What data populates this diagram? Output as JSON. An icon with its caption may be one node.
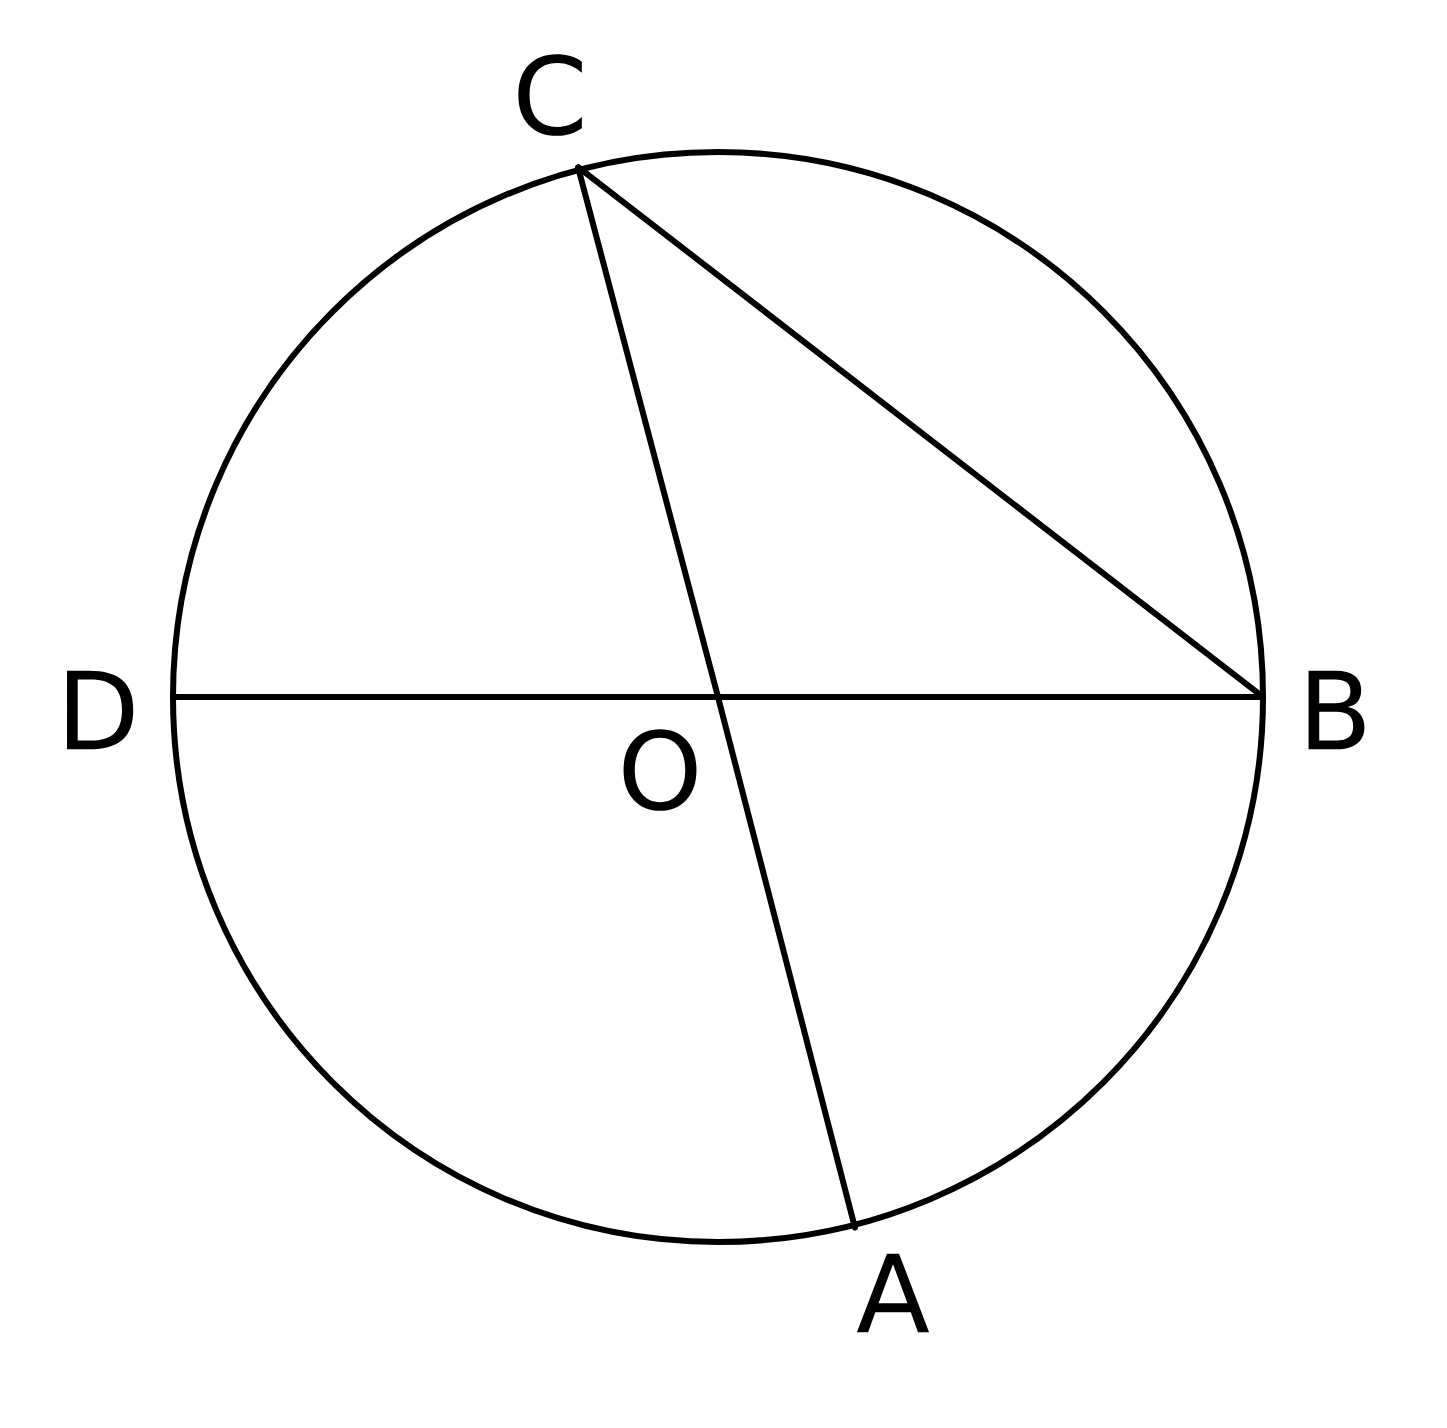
{
  "diagram": {
    "nodes": [
      {
        "text": [],
        "shape": "point",
        "beside": [
          "C"
        ]
      },
      {
        "text": [],
        "shape": "point",
        "beside": [
          "D"
        ]
      },
      {
        "text": [],
        "shape": "point",
        "beside": [
          "B"
        ]
      },
      {
        "text": [],
        "shape": "point",
        "beside": [
          "O"
        ]
      },
      {
        "text": [],
        "shape": "point",
        "beside": [
          "A"
        ]
      }
    ],
    "edges": [
      {
        "from": 0,
        "to": 2,
        "arrow": "none"
      },
      {
        "from": 1,
        "to": 3,
        "arrow": "none"
      },
      {
        "from": 3,
        "to": 2,
        "arrow": "none"
      },
      {
        "from": 0,
        "to": 3,
        "arrow": "none"
      },
      {
        "from": 3,
        "to": 4,
        "arrow": "none"
      }
    ]
  }
}
